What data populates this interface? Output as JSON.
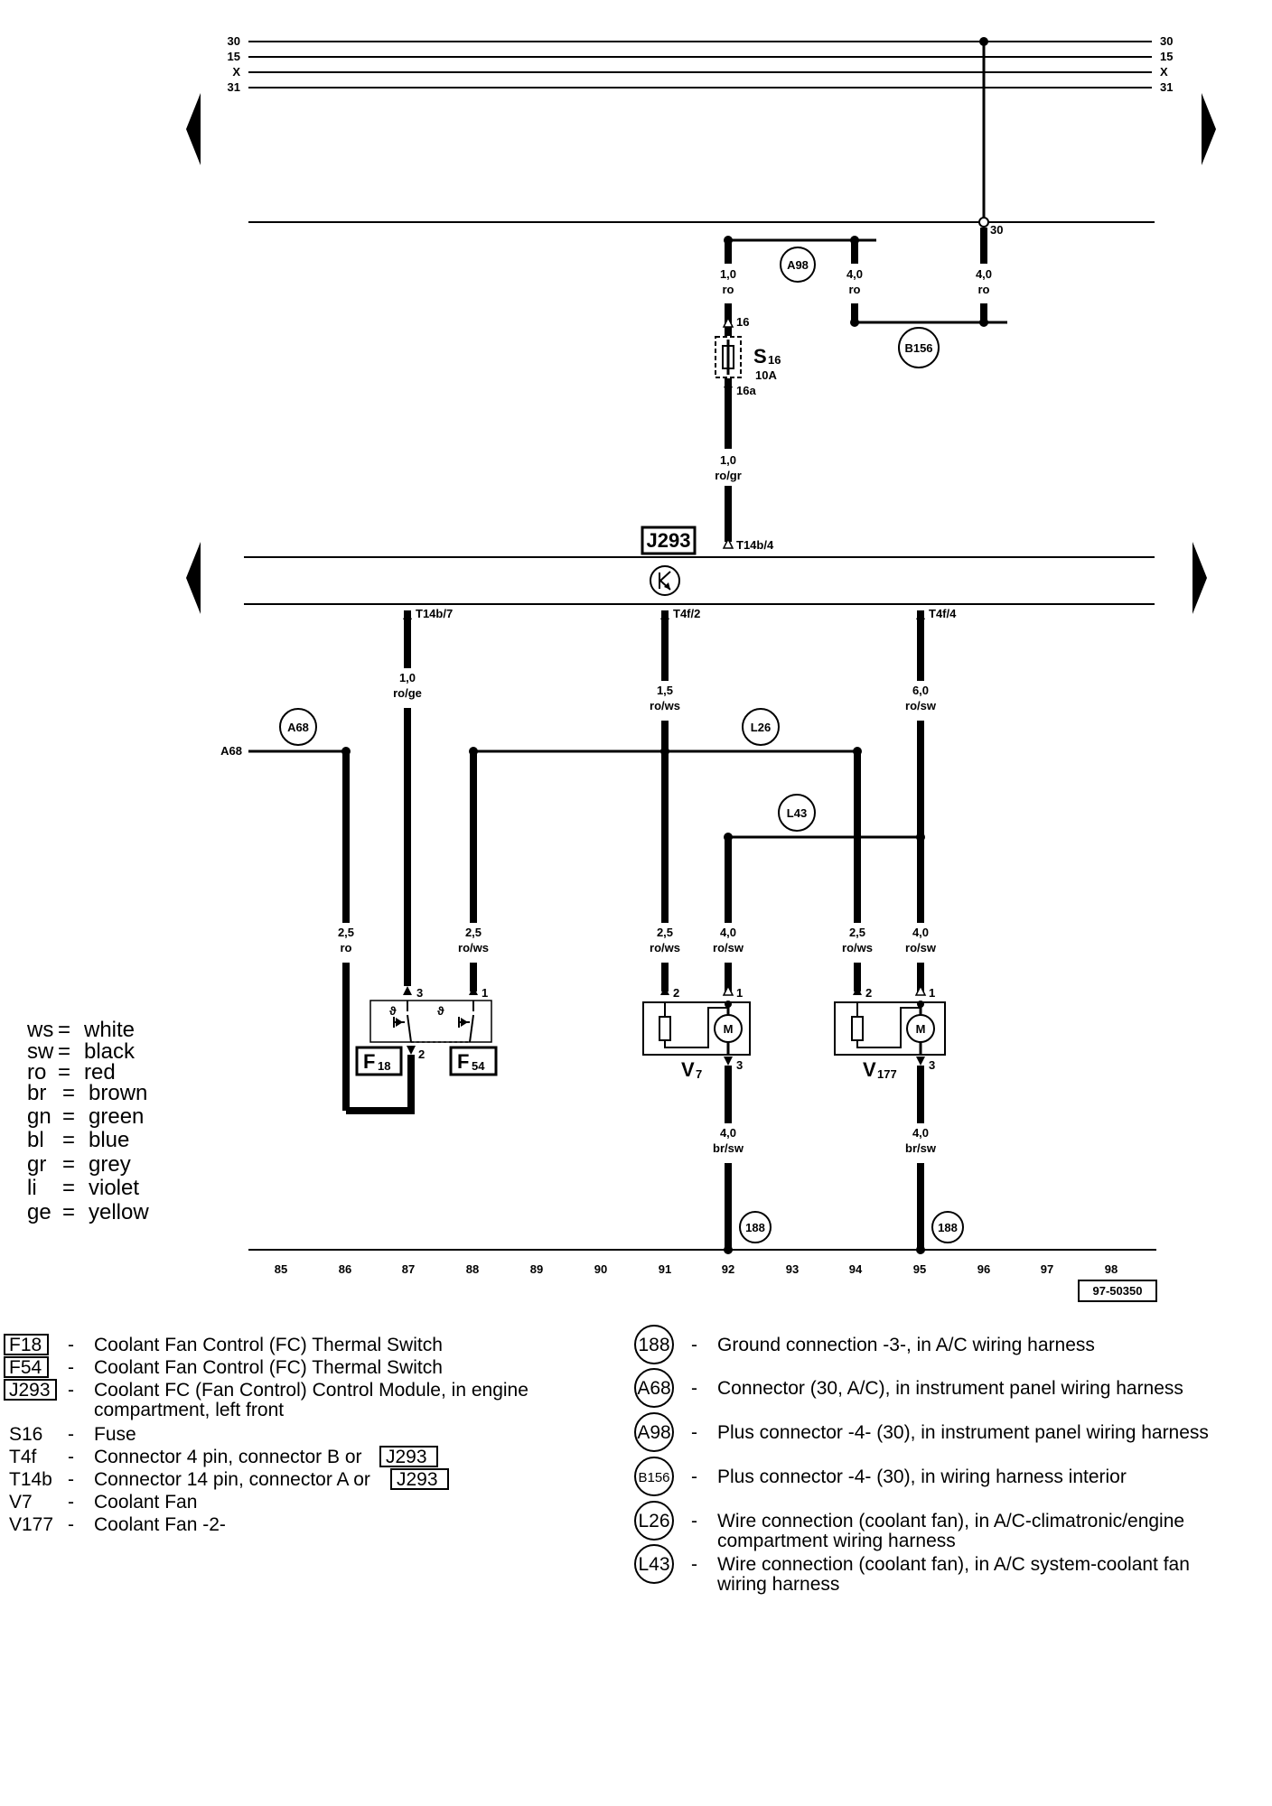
{
  "bus_labels": [
    "30",
    "15",
    "X",
    "31"
  ],
  "junction_30": "30",
  "fuse": {
    "name": "S",
    "sub": "16",
    "rating": "10A",
    "pin_in": "16",
    "pin_out": "16a"
  },
  "wires": {
    "a98_left": [
      "1,0",
      "ro"
    ],
    "a98_right": [
      "4,0",
      "ro"
    ],
    "b156": [
      "4,0",
      "ro"
    ],
    "fuse_out": [
      "1,0",
      "ro/gr"
    ],
    "t14b7": [
      "1,0",
      "ro/ge"
    ],
    "t4f2": [
      "1,5",
      "ro/ws"
    ],
    "t4f4": [
      "6,0",
      "ro/sw"
    ],
    "w86": [
      "2,5",
      "ro"
    ],
    "w88": [
      "2,5",
      "ro/ws"
    ],
    "w91": [
      "2,5",
      "ro/ws"
    ],
    "w92": [
      "4,0",
      "ro/sw"
    ],
    "w94": [
      "2,5",
      "ro/ws"
    ],
    "w95": [
      "4,0",
      "ro/sw"
    ],
    "w92_gnd": [
      "4,0",
      "br/sw"
    ],
    "w95_gnd": [
      "4,0",
      "br/sw"
    ]
  },
  "connectors": {
    "t14b4": "T14b/4",
    "t14b7": "T14b/7",
    "t4f2": "T4f/2",
    "t4f4": "T4f/4"
  },
  "circles": {
    "a98": "A98",
    "b156": "B156",
    "a68": "A68",
    "l26": "L26",
    "l43": "L43",
    "g188a": "188",
    "g188b": "188"
  },
  "a68_end": "A68",
  "module": "J293",
  "components": {
    "f18": {
      "name": "F",
      "sub": "18"
    },
    "f54": {
      "name": "F",
      "sub": "54"
    },
    "v7": {
      "name": "V",
      "sub": "7"
    },
    "v177": {
      "name": "V",
      "sub": "177"
    }
  },
  "pins": {
    "f18_3": "3",
    "f54_1": "1",
    "f_2": "2",
    "v7_2": "2",
    "v7_1": "1",
    "v7_3": "3",
    "v177_2": "2",
    "v177_1": "1",
    "v177_3": "3",
    "motor": "M"
  },
  "track": [
    "85",
    "86",
    "87",
    "88",
    "89",
    "90",
    "91",
    "92",
    "93",
    "94",
    "95",
    "96",
    "97",
    "98"
  ],
  "ref_code": "97-50350",
  "color_key": [
    {
      "code": "ws",
      "name": "white"
    },
    {
      "code": "sw",
      "name": "black"
    },
    {
      "code": "ro",
      "name": "red"
    },
    {
      "code": "br",
      "name": "brown"
    },
    {
      "code": "gn",
      "name": "green"
    },
    {
      "code": "bl",
      "name": "blue"
    },
    {
      "code": "gr",
      "name": "grey"
    },
    {
      "code": "li",
      "name": "violet"
    },
    {
      "code": "ge",
      "name": "yellow"
    }
  ],
  "legend_left": [
    {
      "code": "F18",
      "boxed": true,
      "lines": [
        "Coolant Fan Control (FC) Thermal Switch"
      ]
    },
    {
      "code": "F54",
      "boxed": true,
      "lines": [
        "Coolant Fan Control (FC) Thermal Switch"
      ]
    },
    {
      "code": "J293",
      "boxed": true,
      "lines": [
        "Coolant FC (Fan Control) Control Module, in engine",
        "compartment, left front"
      ]
    },
    {
      "code": "S16",
      "boxed": false,
      "lines": [
        "Fuse"
      ]
    },
    {
      "code": "T4f",
      "boxed": false,
      "lines": [
        "Connector 4 pin, connector B or"
      ],
      "ref": "J293"
    },
    {
      "code": "T14b",
      "boxed": false,
      "lines": [
        "Connector 14 pin, connector A or"
      ],
      "ref": "J293"
    },
    {
      "code": "V7",
      "boxed": false,
      "lines": [
        "Coolant Fan"
      ]
    },
    {
      "code": "V177",
      "boxed": false,
      "lines": [
        "Coolant Fan -2-"
      ]
    }
  ],
  "legend_right": [
    {
      "code": "188",
      "lines": [
        "Ground connection -3-, in A/C wiring harness"
      ]
    },
    {
      "code": "A68",
      "lines": [
        "Connector (30, A/C), in instrument panel wiring harness"
      ]
    },
    {
      "code": "A98",
      "lines": [
        "Plus connector -4- (30), in instrument panel wiring harness"
      ]
    },
    {
      "code": "B156",
      "lines": [
        "Plus connector -4- (30), in wiring harness interior"
      ]
    },
    {
      "code": "L26",
      "lines": [
        "Wire connection (coolant fan), in A/C-climatronic/engine",
        "compartment wiring harness"
      ]
    },
    {
      "code": "L43",
      "lines": [
        "Wire connection (coolant fan), in A/C system-coolant fan",
        "wiring harness"
      ]
    }
  ],
  "dash": "-"
}
